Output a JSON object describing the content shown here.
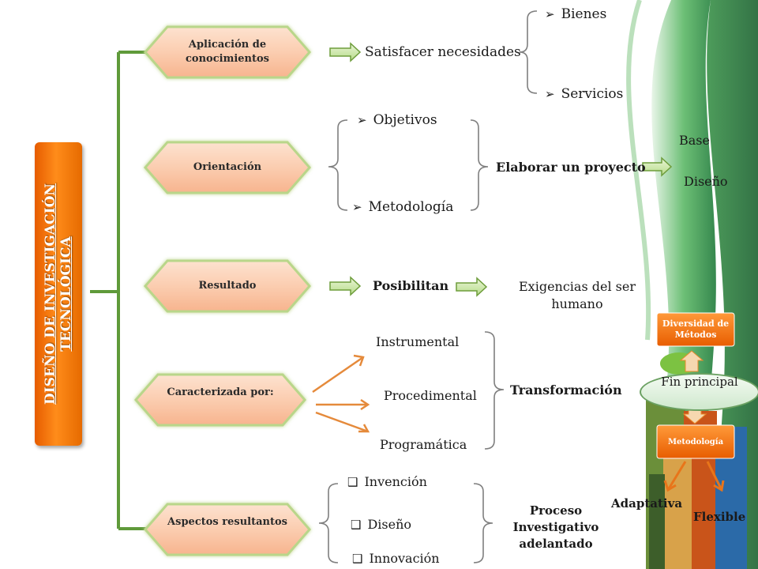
{
  "title": "DISEÑO DE INVESTIGACIÓN TECNOLÓGICA",
  "rows": [
    {
      "label": "Aplicación de conocimientos"
    },
    {
      "label": "Orientación"
    },
    {
      "label": "Resultado"
    },
    {
      "label": "Caracterizada por:"
    },
    {
      "label": "Aspectos resultantos"
    }
  ],
  "row1": {
    "result": "Satisfacer necesidades",
    "items": [
      "Bienes",
      "Servicios"
    ]
  },
  "row2": {
    "items": [
      "Objetivos",
      "Metodología"
    ],
    "result": "Elaborar un proyecto",
    "outcomes": [
      "Base",
      "Diseño"
    ]
  },
  "row3": {
    "middle": "Posibilitan",
    "result": "Exigencias del ser humano"
  },
  "row4": {
    "items": [
      "Instrumental",
      "Procedimental",
      "Programática"
    ],
    "result": "Transformación"
  },
  "row5": {
    "items": [
      "Invención",
      "Diseño",
      "Innovación"
    ],
    "result": "Proceso Investigativo adelantado"
  },
  "side": {
    "top": "Diversidad de Métodos",
    "center": "Fin principal",
    "bottom": "Metodología",
    "left": "Adaptativa",
    "right": "Flexible"
  },
  "colors": {
    "orange": "#ff8c1a",
    "peach": "#fbd3b8",
    "green_line": "#5f9a3a",
    "arrow_green": "#8bc34a"
  }
}
